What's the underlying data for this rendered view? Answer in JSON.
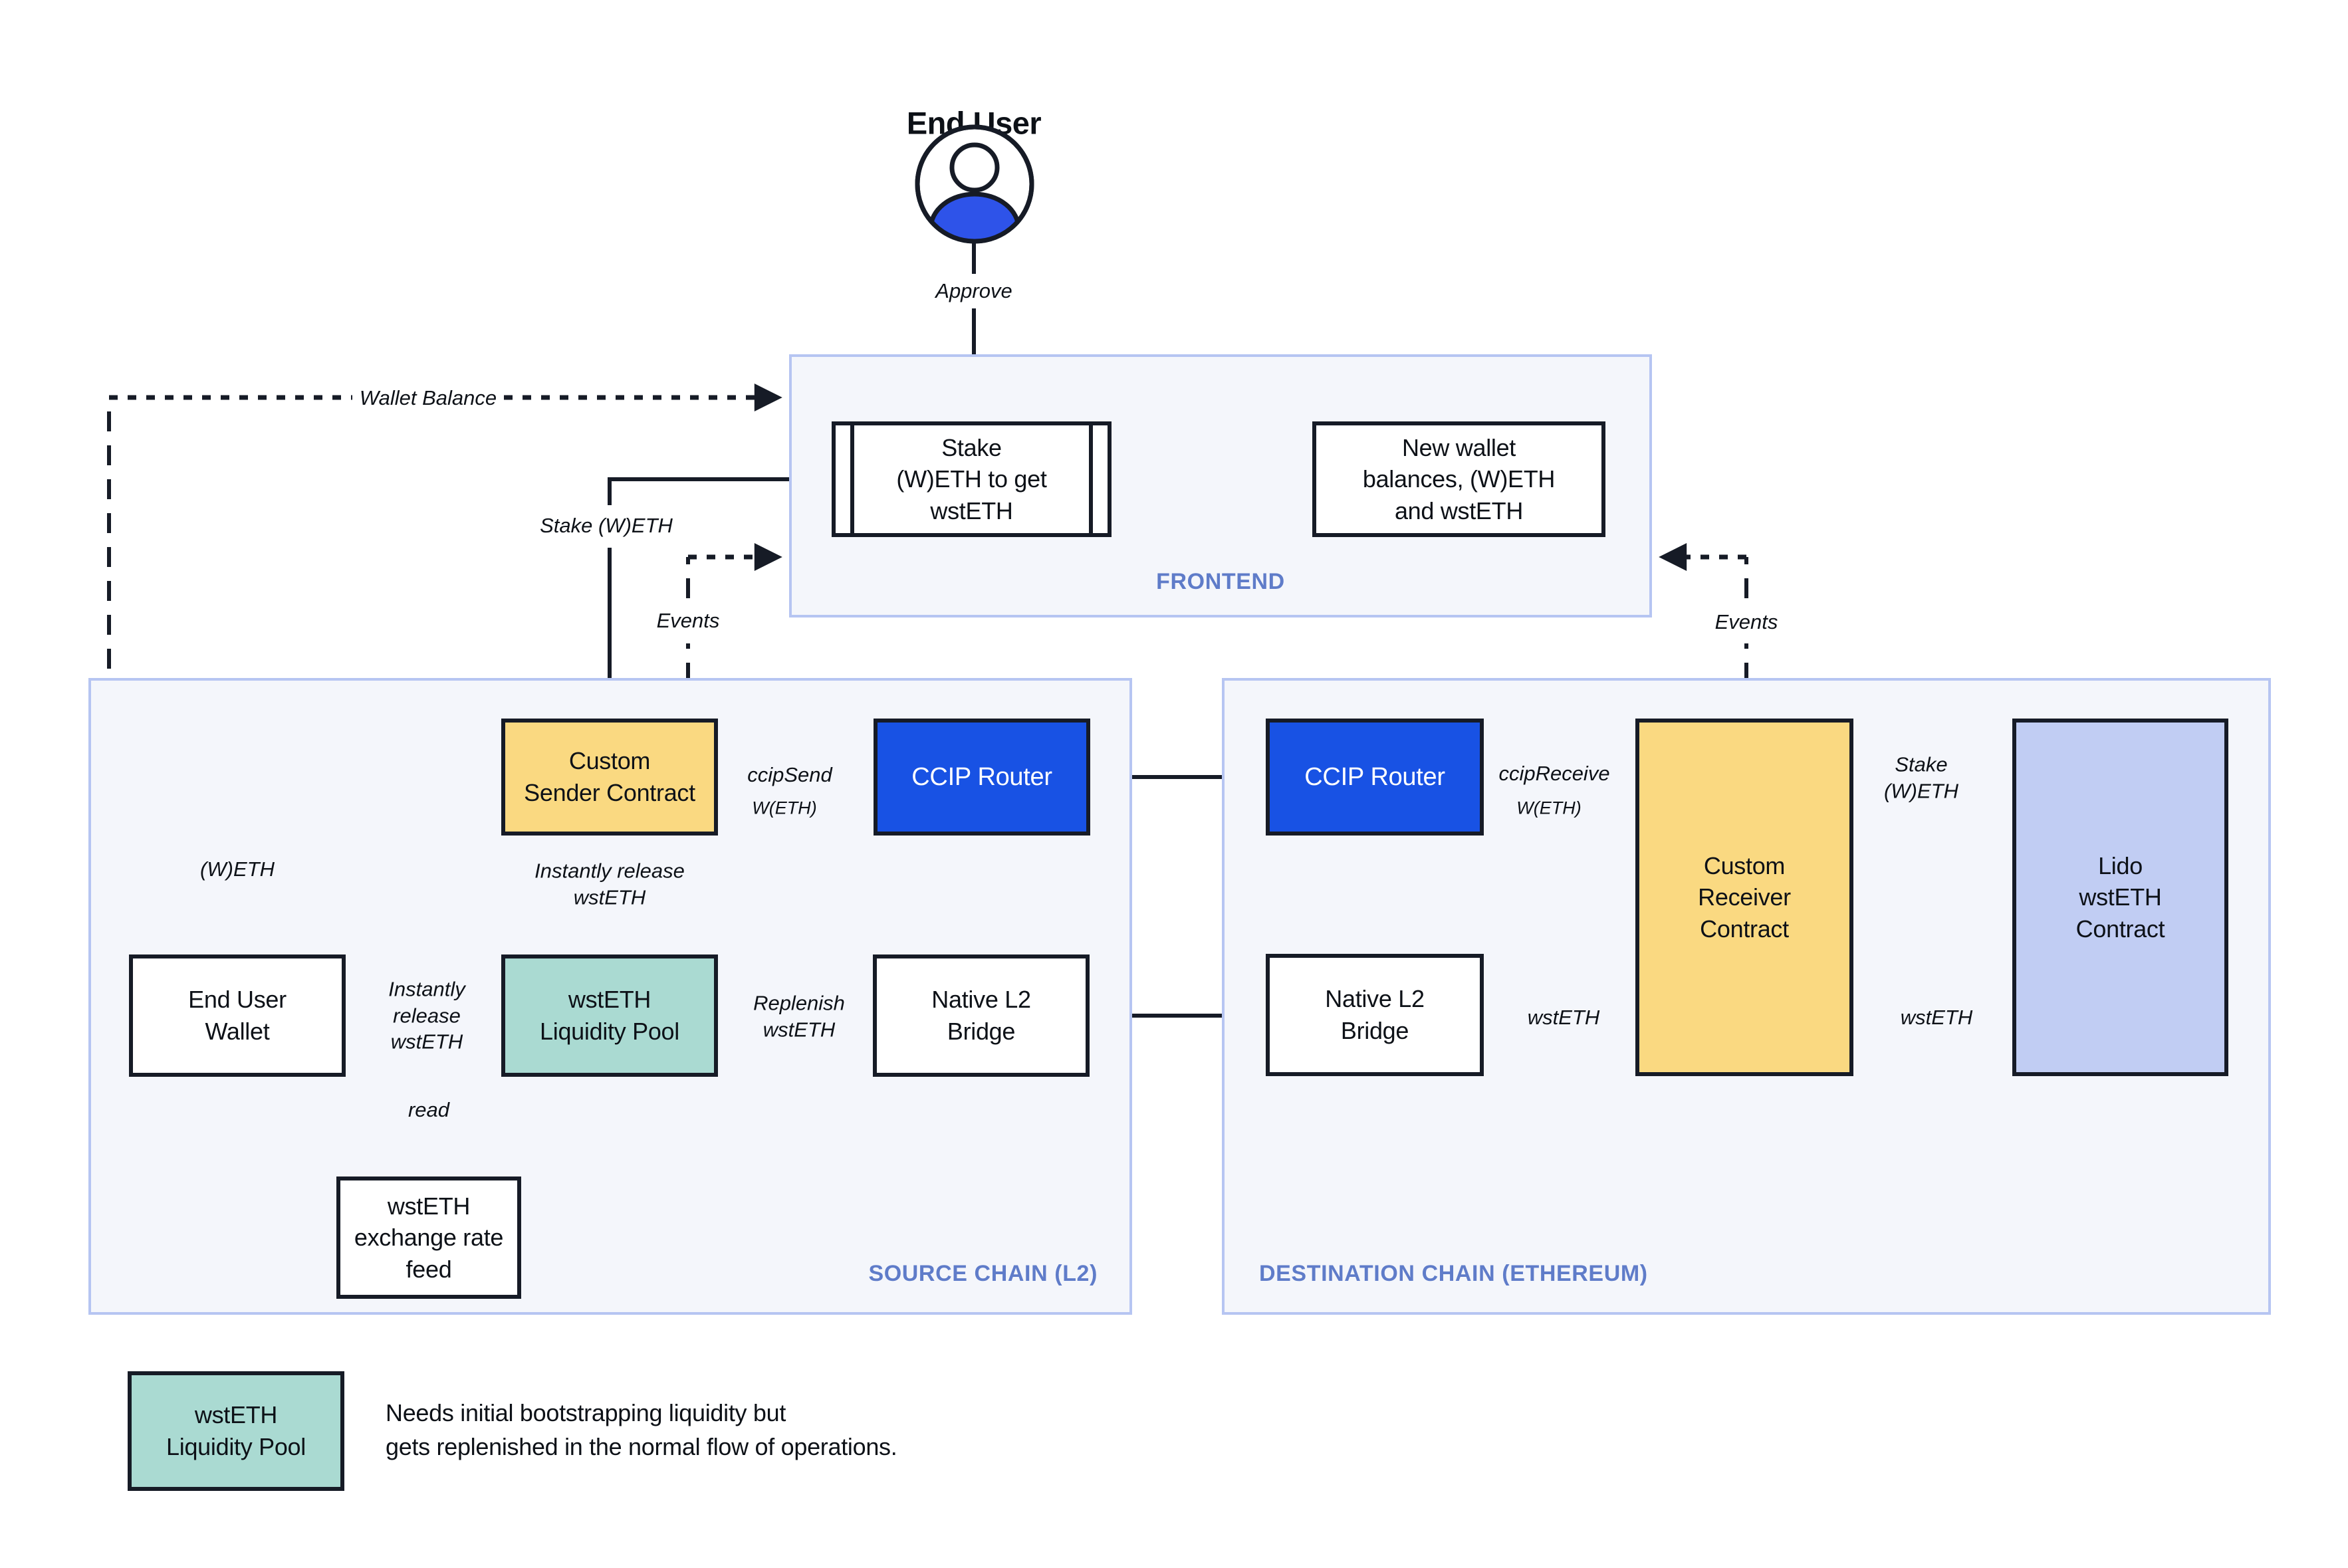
{
  "colors": {
    "accent_blue": "#1852E4",
    "yellow": "#FAD981",
    "teal": "#AADAD2",
    "lilac": "#C1CDF3",
    "container_fill": "#F4F6FB",
    "container_border": "#B6C5F2",
    "container_label_blue": "#5F7CC9",
    "ink": "#161B26"
  },
  "top": {
    "end_user": "End User",
    "user_icon": "person-icon"
  },
  "frontend": {
    "label": "FRONTEND",
    "stake_box": "Stake\n(W)ETH to get\nwstETH",
    "new_wallet_box": "New wallet\nbalances, (W)ETH\nand wstETH"
  },
  "source_chain": {
    "label": "SOURCE CHAIN (L2)",
    "custom_sender": "Custom\nSender Contract",
    "ccip_router": "CCIP Router",
    "liquidity_pool": "wstETH\nLiquidity Pool",
    "end_user_wallet": "End User\nWallet",
    "native_bridge": "Native L2\nBridge",
    "rate_feed": "wstETH\nexchange rate\nfeed"
  },
  "destination_chain": {
    "label": "DESTINATION CHAIN (ETHEREUM)",
    "ccip_router": "CCIP Router",
    "custom_receiver": "Custom\nReceiver\nContract",
    "lido_contract": "Lido\nwstETH\nContract",
    "native_bridge": "Native L2\nBridge"
  },
  "edge_labels": {
    "approve": "Approve",
    "wallet_balance": "Wallet Balance",
    "stake_weth": "Stake (W)ETH",
    "events_left": "Events",
    "events_right": "Events",
    "weth": "(W)ETH",
    "ccip_send": "ccipSend",
    "ccip_send_asset": "W(ETH)",
    "ccip_receive": "ccipReceive",
    "ccip_receive_asset": "W(ETH)",
    "stake_weth_dest": "Stake\n(W)ETH",
    "wsteth_lido": "wstETH",
    "wsteth_receiver": "wstETH",
    "replenish": "Replenish\nwstETH",
    "instant_release_h": "Instantly\nrelease\nwstETH",
    "instant_release_v": "Instantly release\nwstETH",
    "read": "read"
  },
  "legend": {
    "box": "wstETH\nLiquidity Pool",
    "note": "Needs initial bootstrapping liquidity but\ngets replenished in the normal flow of operations."
  }
}
